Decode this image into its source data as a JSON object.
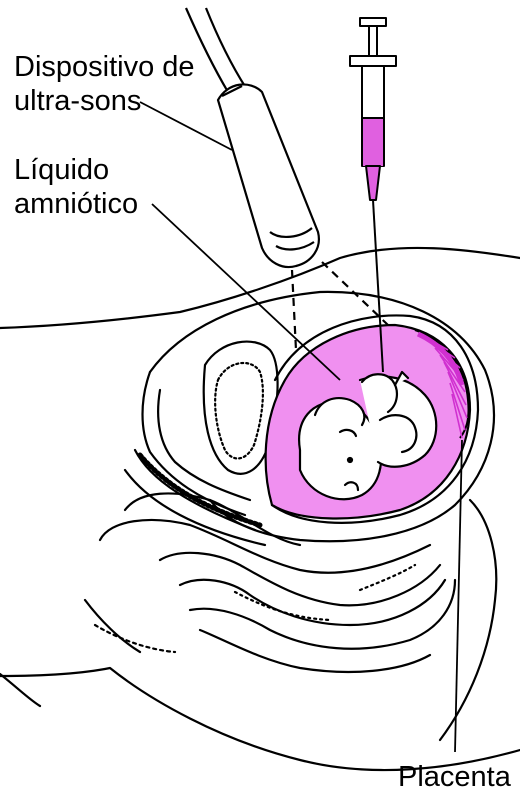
{
  "labels": {
    "ultrasound_device": [
      "Dispositivo de",
      "ultra-sons"
    ],
    "amniotic_fluid": [
      "Líquido",
      "amniótico"
    ],
    "placenta": "Placenta"
  },
  "colors": {
    "amniotic_fill": "#f090f0",
    "syringe_fill": "#e060e0",
    "placenta": "#d030d0",
    "line": "#000000",
    "background": "#ffffff"
  }
}
